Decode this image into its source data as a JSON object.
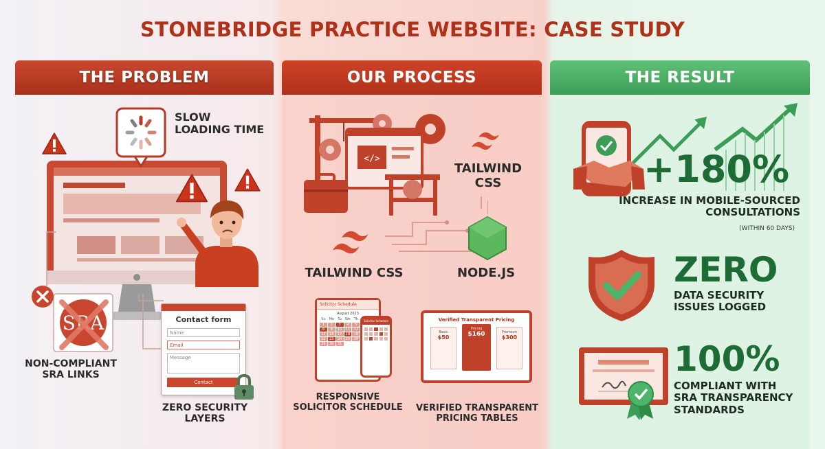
{
  "title": "STONEBRIDGE PRACTICE WEBSITE: CASE STUDY",
  "colors": {
    "accent": "#b0311a",
    "problem_header": "#b8391f",
    "process_header": "#c23a20",
    "result_header": "#4caf67",
    "result_text": "#1d6b35"
  },
  "problem": {
    "header": "THE PROBLEM",
    "slow_label": [
      "SLOW",
      "LOADING TIME"
    ],
    "sra_badge": "SRA",
    "noncompliant_label": [
      "NON-COMPLIANT",
      "SRA LINKS"
    ],
    "contact_form": {
      "title": "Contact form",
      "name_placeholder": "Name",
      "email_placeholder": "Email",
      "message_placeholder": "Message",
      "submit": "Contact"
    },
    "security_label": [
      "ZERO SECURITY",
      "LAYERS"
    ]
  },
  "process": {
    "header": "OUR PROCESS",
    "tailwind_right": [
      "TAILWIND",
      "CSS"
    ],
    "tailwind_left": "TAILWIND CSS",
    "nodejs": "NODE.JS",
    "schedule": {
      "header": "Solicitor Schedule",
      "month": "August 2023",
      "days": [
        "Su",
        "Mo",
        "Tu",
        "We",
        "Th",
        "Fr",
        "Sa"
      ],
      "dates": [
        "1",
        "2",
        "3",
        "4",
        "5",
        "6",
        "7",
        "8",
        "9",
        "10",
        "11",
        "12",
        "13",
        "14",
        "15",
        "16",
        "17",
        "18",
        "19",
        "20",
        "21",
        "22",
        "23",
        "24",
        "25",
        "26",
        "27",
        "28",
        "29",
        "30",
        "31"
      ],
      "phone_header": "Solicitor Schedule",
      "label": [
        "RESPONSIVE",
        "SOLICITOR SCHEDULE"
      ]
    },
    "pricing": {
      "title": "Verified Transparent Pricing",
      "tiers": [
        {
          "name": "Basic",
          "price": "$50"
        },
        {
          "name": "Pricing",
          "price": "$160"
        },
        {
          "name": "Premium",
          "price": "$300"
        }
      ],
      "label": [
        "VERIFIED TRANSPARENT",
        "PRICING TABLES"
      ]
    }
  },
  "result": {
    "header": "THE RESULT",
    "stat1_value": "+180%",
    "stat1_label": [
      "INCREASE IN MOBILE-SOURCED",
      "CONSULTATIONS"
    ],
    "stat1_note": "(WITHIN 60 DAYS)",
    "stat2_value": "ZERO",
    "stat2_label": [
      "DATA SECURITY",
      "ISSUES LOGGED"
    ],
    "stat3_value": "100%",
    "stat3_label": [
      "COMPLIANT WITH",
      "SRA TRANSPARENCY",
      "STANDARDS"
    ]
  }
}
